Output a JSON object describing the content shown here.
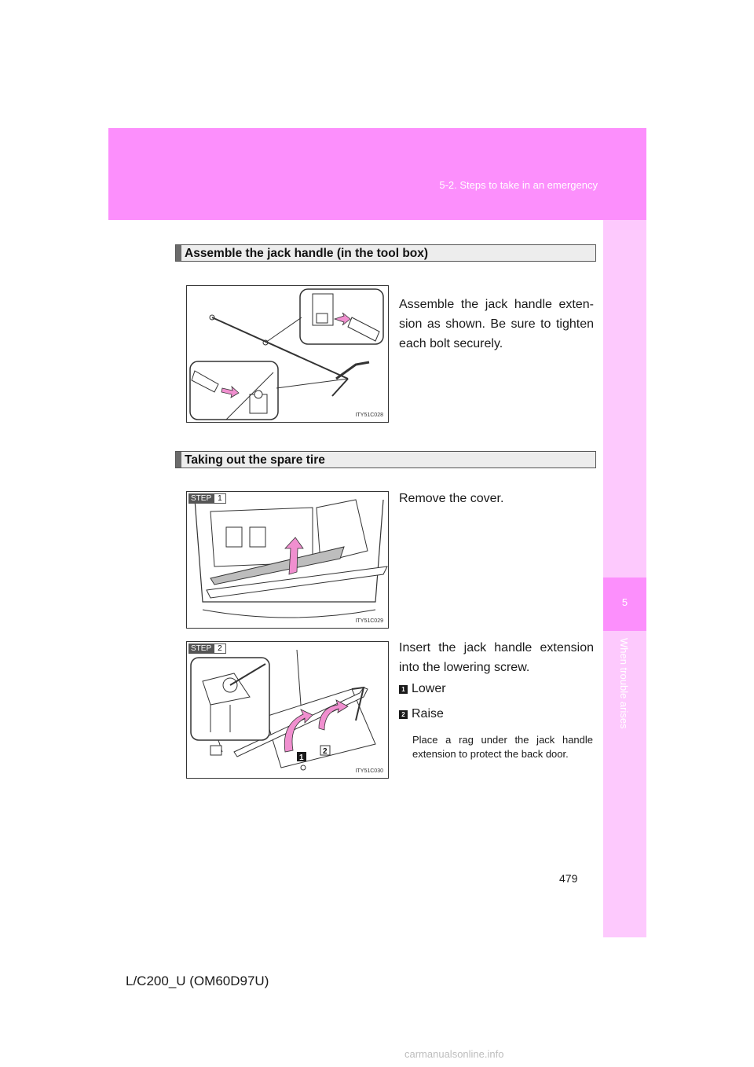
{
  "header": {
    "section_title": "5-2. Steps to take in an emergency"
  },
  "side_tab": {
    "chapter_number": "5",
    "chapter_label": "When trouble arises"
  },
  "section1": {
    "heading": "Assemble the jack handle (in the tool box)",
    "figure_code": "ITY51C028",
    "text": "Assemble the jack handle exten-sion as shown. Be sure to tighten each bolt securely."
  },
  "section2": {
    "heading": "Taking out the spare tire",
    "step1": {
      "step_word": "STEP",
      "step_number": "1",
      "figure_code": "ITY51C029",
      "text": "Remove the cover."
    },
    "step2": {
      "step_word": "STEP",
      "step_number": "2",
      "figure_code": "ITY51C030",
      "text": "Insert the jack handle extension into the lowering screw.",
      "items": [
        {
          "badge": "1",
          "label": "Lower"
        },
        {
          "badge": "2",
          "label": "Raise"
        }
      ],
      "note": "Place a rag under the jack handle extension to protect the back door."
    }
  },
  "footer": {
    "page_number": "479",
    "doc_code": "L/C200_U (OM60D97U)",
    "watermark": "carmanualsonline.info"
  }
}
